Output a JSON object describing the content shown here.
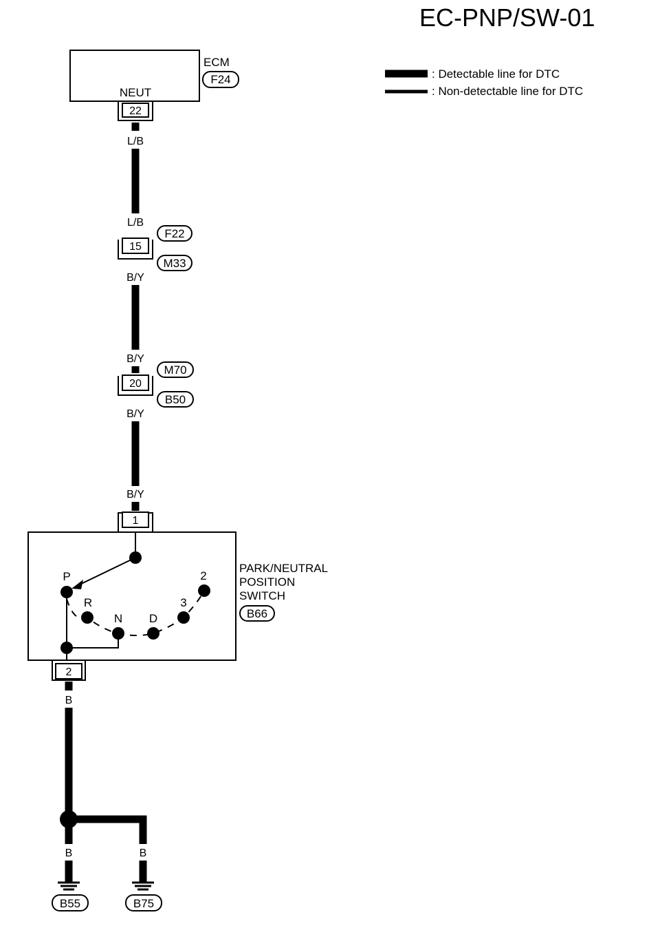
{
  "title": "EC-PNP/SW-01",
  "legend": {
    "detectable": ": Detectable line for DTC",
    "non_detectable": ": Non-detectable line for DTC"
  },
  "ecm": {
    "name": "ECM",
    "connector": "F24",
    "terminal_name": "NEUT",
    "pin": "22"
  },
  "wires": {
    "ecm_out": "L/B",
    "f22_in": "L/B",
    "m33_out": "B/Y",
    "m70_in": "B/Y",
    "b50_out": "B/Y",
    "switch_in": "B/Y",
    "switch_out": "B",
    "ground_left": "B",
    "ground_right": "B"
  },
  "junction_1": {
    "pin": "15",
    "upper_connector": "F22",
    "lower_connector": "M33"
  },
  "junction_2": {
    "pin": "20",
    "upper_connector": "M70",
    "lower_connector": "B50"
  },
  "switch": {
    "name_lines": [
      "PARK/NEUTRAL",
      "POSITION",
      "SWITCH"
    ],
    "connector": "B66",
    "pin_in": "1",
    "pin_out": "2",
    "positions": [
      "P",
      "R",
      "N",
      "D",
      "3",
      "2"
    ]
  },
  "grounds": [
    "B55",
    "B75"
  ]
}
